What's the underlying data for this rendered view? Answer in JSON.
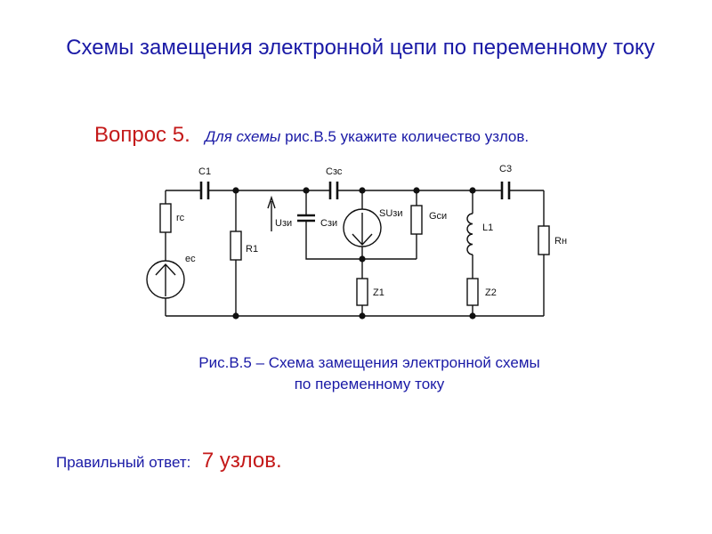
{
  "slide": {
    "title": "Схемы замещения электронной цепи по переменному току"
  },
  "question": {
    "label": "Вопрос 5.",
    "text_italic": "Для схемы",
    "text_rest": "рис.В.5 укажите количество узлов."
  },
  "circuit": {
    "labels": {
      "c1": "C1",
      "rc": "rc",
      "ec": "ec",
      "r1": "R1",
      "uzi": "Uзи",
      "czc": "Cзс",
      "czi": "Cзи",
      "suzi": "SUзи",
      "gsi": "Gси",
      "l1": "L1",
      "c3": "C3",
      "rn": "Rн",
      "z1": "Z1",
      "z2": "Z2"
    }
  },
  "caption": {
    "line1": "Рис.В.5 – Схема замещения электронной схемы",
    "line2": "по переменному току"
  },
  "answer": {
    "label": "Правильный ответ:",
    "value": "7 узлов."
  }
}
